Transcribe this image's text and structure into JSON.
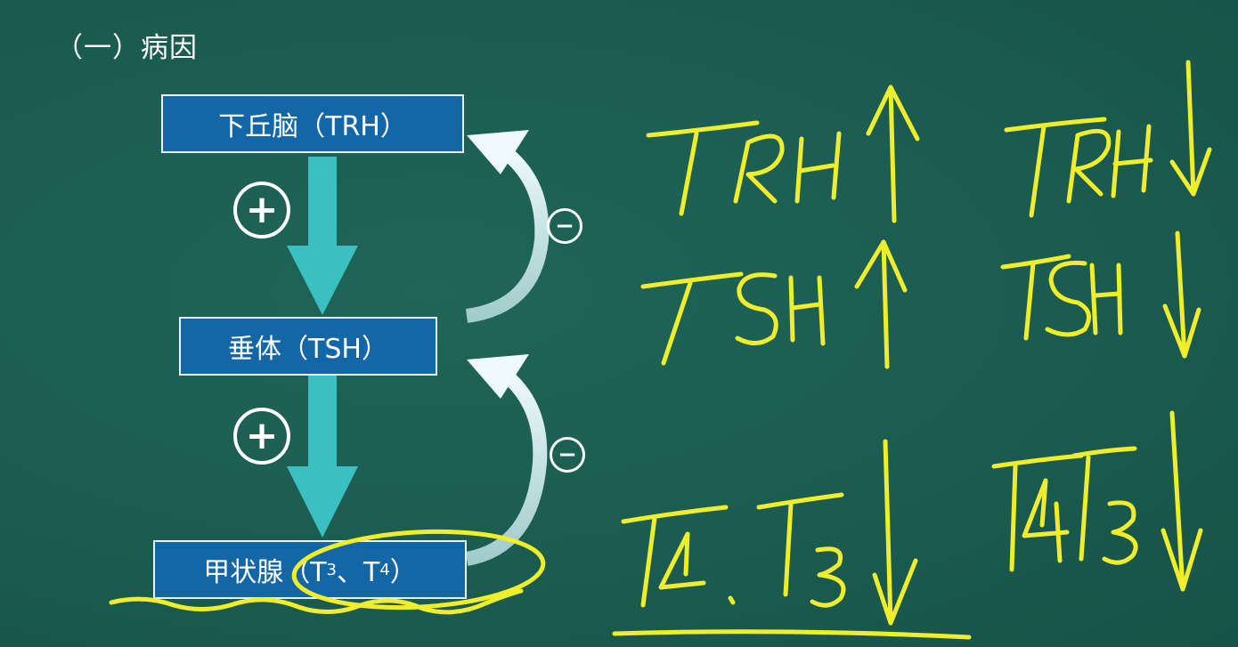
{
  "title": "（一）病因",
  "diagram": {
    "nodes": [
      {
        "label": "下丘脑（TRH）"
      },
      {
        "label": "垂体（TSH）"
      },
      {
        "label_prefix": "甲状腺（T",
        "sub1": "3",
        "sep": "、T",
        "sub2": "4",
        "suffix": "）"
      }
    ],
    "stimulate_sign": "⊕",
    "inhibit_sign": "⊖"
  },
  "handwriting": {
    "col1": [
      "TRH",
      "TSH",
      "T4、T3"
    ],
    "col2": [
      "TRH",
      "TSH",
      "T4T3"
    ],
    "col1_arrows": [
      "up",
      "up",
      "down"
    ],
    "col2_arrows": [
      "down",
      "down",
      "down"
    ]
  },
  "colors": {
    "board": "#1c5f54",
    "node_fill": "#1367a6",
    "arrow_fill": "#3cbfc0",
    "feedback_arc": "#d6eef0",
    "chalk_yellow": "#f0ee2a"
  }
}
